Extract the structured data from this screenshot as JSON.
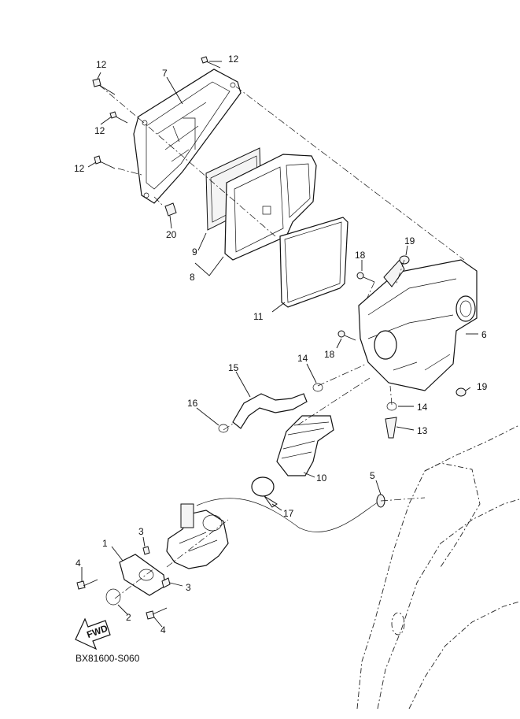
{
  "diagram": {
    "code": "BX81600-S060",
    "fwd_label": "FWD",
    "callouts": [
      {
        "id": "c12a",
        "text": "12"
      },
      {
        "id": "c12b",
        "text": "12"
      },
      {
        "id": "c12c",
        "text": "12"
      },
      {
        "id": "c12d",
        "text": "12"
      },
      {
        "id": "c7",
        "text": "7"
      },
      {
        "id": "c20",
        "text": "20"
      },
      {
        "id": "c9",
        "text": "9"
      },
      {
        "id": "c8",
        "text": "8"
      },
      {
        "id": "c19a",
        "text": "19"
      },
      {
        "id": "c18a",
        "text": "18"
      },
      {
        "id": "c11",
        "text": "11"
      },
      {
        "id": "c6",
        "text": "6"
      },
      {
        "id": "c18b",
        "text": "18"
      },
      {
        "id": "c14a",
        "text": "14"
      },
      {
        "id": "c15",
        "text": "15"
      },
      {
        "id": "c19b",
        "text": "19"
      },
      {
        "id": "c16",
        "text": "16"
      },
      {
        "id": "c14b",
        "text": "14"
      },
      {
        "id": "c13",
        "text": "13"
      },
      {
        "id": "c5",
        "text": "5"
      },
      {
        "id": "c10",
        "text": "10"
      },
      {
        "id": "c17",
        "text": "17"
      },
      {
        "id": "c3a",
        "text": "3"
      },
      {
        "id": "c1",
        "text": "1"
      },
      {
        "id": "c4a",
        "text": "4"
      },
      {
        "id": "c3b",
        "text": "3"
      },
      {
        "id": "c2",
        "text": "2"
      },
      {
        "id": "c4b",
        "text": "4"
      }
    ]
  }
}
